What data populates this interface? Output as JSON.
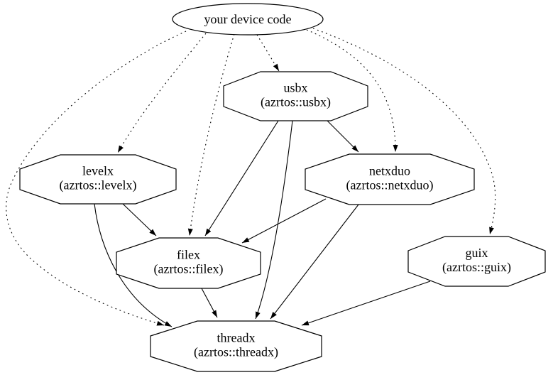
{
  "diagram": {
    "type": "dependency-graph",
    "background_color": "#ffffff",
    "stroke_color": "#000000",
    "nodes": {
      "device": {
        "label": "your device code",
        "shape": "ellipse"
      },
      "usbx": {
        "label": "usbx",
        "sublabel": "(azrtos::usbx)",
        "shape": "octagon"
      },
      "levelx": {
        "label": "levelx",
        "sublabel": "(azrtos::levelx)",
        "shape": "octagon"
      },
      "netxduo": {
        "label": "netxduo",
        "sublabel": "(azrtos::netxduo)",
        "shape": "octagon"
      },
      "filex": {
        "label": "filex",
        "sublabel": "(azrtos::filex)",
        "shape": "octagon"
      },
      "guix": {
        "label": "guix",
        "sublabel": "(azrtos::guix)",
        "shape": "octagon"
      },
      "threadx": {
        "label": "threadx",
        "sublabel": "(azrtos::threadx)",
        "shape": "octagon"
      }
    },
    "edges": [
      {
        "from": "device",
        "to": "usbx",
        "style": "dotted"
      },
      {
        "from": "device",
        "to": "levelx",
        "style": "dotted"
      },
      {
        "from": "device",
        "to": "netxduo",
        "style": "dotted"
      },
      {
        "from": "device",
        "to": "filex",
        "style": "dotted"
      },
      {
        "from": "device",
        "to": "guix",
        "style": "dotted"
      },
      {
        "from": "device",
        "to": "threadx",
        "style": "dotted"
      },
      {
        "from": "usbx",
        "to": "netxduo",
        "style": "solid"
      },
      {
        "from": "usbx",
        "to": "filex",
        "style": "solid"
      },
      {
        "from": "usbx",
        "to": "threadx",
        "style": "solid"
      },
      {
        "from": "levelx",
        "to": "filex",
        "style": "solid"
      },
      {
        "from": "levelx",
        "to": "threadx",
        "style": "solid"
      },
      {
        "from": "netxduo",
        "to": "filex",
        "style": "solid"
      },
      {
        "from": "netxduo",
        "to": "threadx",
        "style": "solid"
      },
      {
        "from": "filex",
        "to": "threadx",
        "style": "solid"
      },
      {
        "from": "guix",
        "to": "threadx",
        "style": "solid"
      }
    ]
  }
}
